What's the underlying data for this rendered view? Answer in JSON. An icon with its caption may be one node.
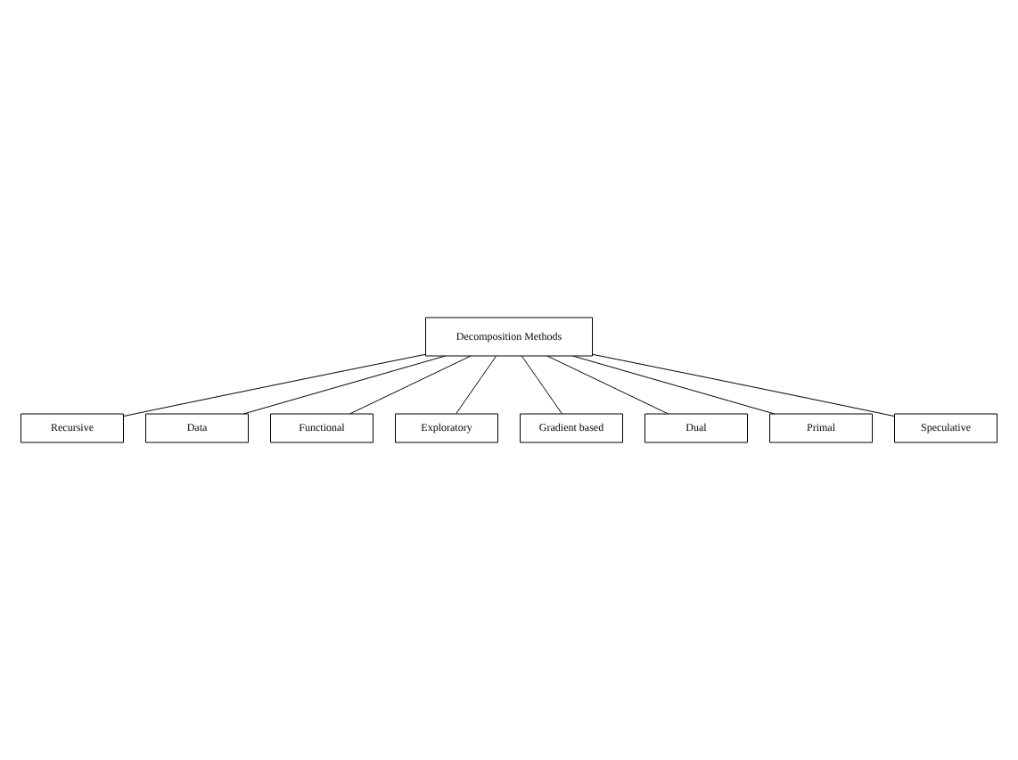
{
  "diagram": {
    "nodes": [
      {
        "text": [
          "Decomposition Methods"
        ]
      },
      {
        "text": [
          "Recursive"
        ]
      },
      {
        "text": [
          "Gradient based"
        ]
      },
      {
        "text": [
          "Data"
        ]
      },
      {
        "text": [
          "Dual"
        ]
      },
      {
        "text": [
          "Functional"
        ]
      },
      {
        "text": [
          "Primal"
        ]
      },
      {
        "text": [
          "Exploratory"
        ]
      },
      {
        "text": [
          "Speculative"
        ]
      }
    ],
    "edges": [
      {
        "from": 0,
        "to": 1,
        "arrow": "none"
      },
      {
        "from": 0,
        "to": 3,
        "arrow": "none"
      },
      {
        "from": 0,
        "to": 5,
        "arrow": "none"
      },
      {
        "from": 0,
        "to": 7,
        "arrow": "none"
      },
      {
        "from": 0,
        "to": 2,
        "arrow": "none"
      },
      {
        "from": 0,
        "to": 4,
        "arrow": "none"
      },
      {
        "from": 0,
        "to": 6,
        "arrow": "none"
      },
      {
        "from": 0,
        "to": 8,
        "arrow": "none"
      }
    ]
  }
}
